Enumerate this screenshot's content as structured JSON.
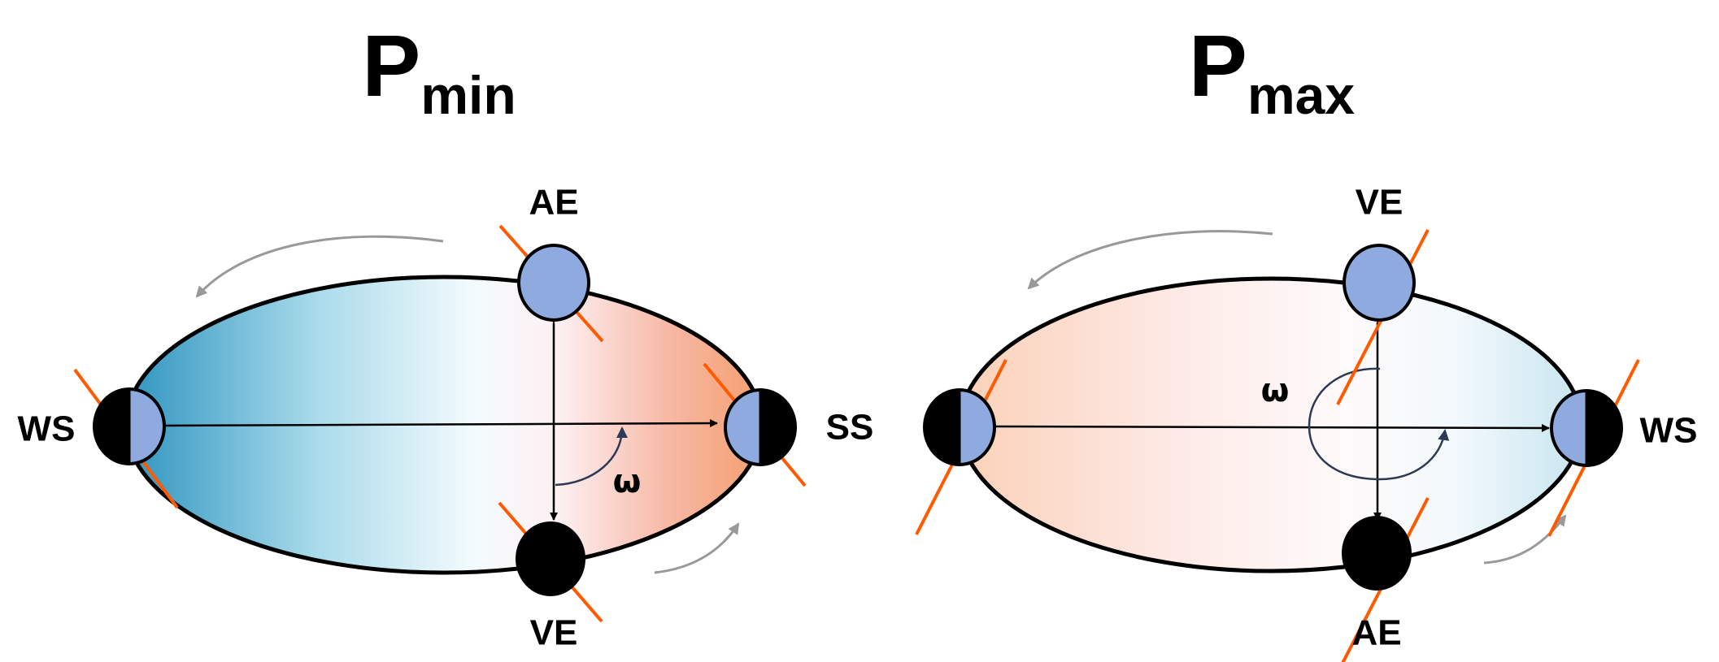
{
  "colors": {
    "planet_lit": "#8faadf",
    "planet_dark": "#000000",
    "axis": "#ff5a00",
    "cold": "#3a9cc4",
    "warm": "#f5a070"
  },
  "left": {
    "title_main": "P",
    "title_sub": "min",
    "labels": {
      "top": "AE",
      "left": "WS",
      "right": "SS",
      "bottom": "VE"
    },
    "omega": "ω"
  },
  "right": {
    "title_main": "P",
    "title_sub": "max",
    "labels": {
      "top": "VE",
      "right": "WS",
      "bottom": "AE"
    },
    "omega": "ω"
  }
}
